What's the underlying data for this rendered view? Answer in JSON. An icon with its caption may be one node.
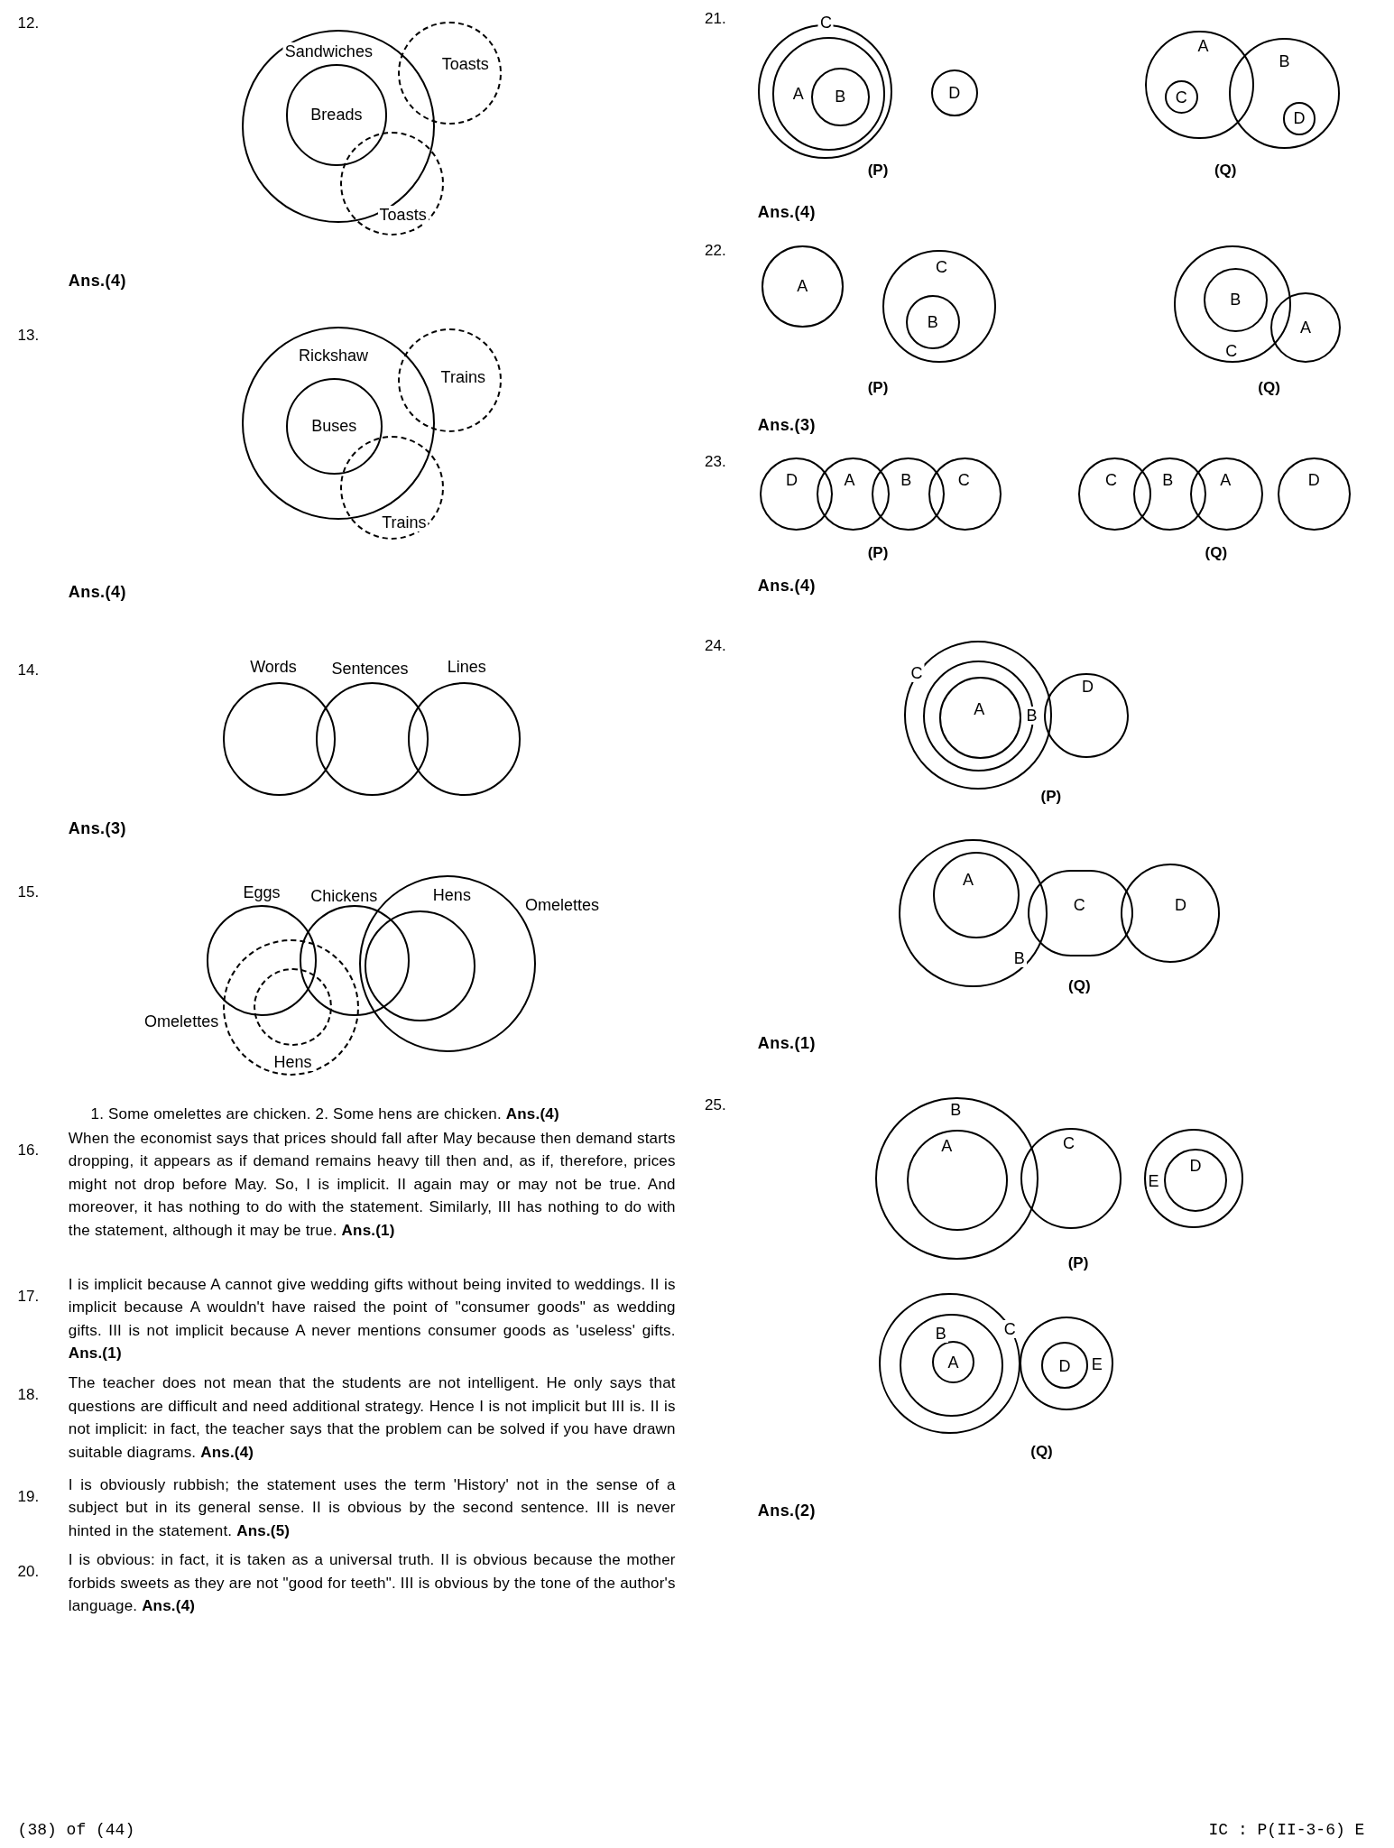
{
  "diagram": {
    "nodes": [
      {
        "text": [
          "Sandwiches"
        ]
      },
      {
        "text": [
          "Breads"
        ],
        "in": 0
      },
      {
        "text": [
          "Toasts"
        ]
      },
      {
        "text": [
          "Toasts"
        ]
      },
      {
        "text": [
          "Rickshaw"
        ]
      },
      {
        "text": [
          "Buses"
        ],
        "in": 4
      },
      {
        "text": [
          "Trains"
        ]
      },
      {
        "text": [
          "Trains"
        ]
      },
      {
        "text": [
          "Words"
        ]
      },
      {
        "text": [
          "Sentences"
        ]
      },
      {
        "text": [
          "Lines"
        ]
      },
      {
        "text": [
          "Eggs"
        ]
      },
      {
        "text": [
          "Chickens"
        ]
      },
      {
        "text": [
          "Omelettes"
        ]
      },
      {
        "text": [
          "Hens"
        ],
        "in": 13
      },
      {
        "text": [
          "Omelettes"
        ]
      },
      {
        "text": [
          "Hens"
        ],
        "in": 15
      },
      {
        "text": [
          "C"
        ]
      },
      {
        "text": [
          "A"
        ],
        "in": 17
      },
      {
        "text": [
          "B"
        ],
        "in": 18
      },
      {
        "text": [
          "D"
        ]
      },
      {
        "text": [
          "A"
        ]
      },
      {
        "text": [
          "C"
        ],
        "in": 21
      },
      {
        "text": [
          "B"
        ]
      },
      {
        "text": [
          "D"
        ],
        "in": 23
      },
      {
        "text": [
          "A"
        ]
      },
      {
        "text": [
          "C"
        ]
      },
      {
        "text": [
          "B"
        ],
        "in": 26
      },
      {
        "text": [
          "C"
        ]
      },
      {
        "text": [
          "B"
        ],
        "in": 28
      },
      {
        "text": [
          "A"
        ]
      },
      {
        "text": [
          "D"
        ]
      },
      {
        "text": [
          "A"
        ]
      },
      {
        "text": [
          "B"
        ]
      },
      {
        "text": [
          "C"
        ]
      },
      {
        "text": [
          "C"
        ]
      },
      {
        "text": [
          "B"
        ]
      },
      {
        "text": [
          "A"
        ]
      },
      {
        "text": [
          "D"
        ]
      },
      {
        "text": [
          "C"
        ]
      },
      {
        "text": [
          "B"
        ],
        "in": 39
      },
      {
        "text": [
          "A"
        ],
        "in": 40
      },
      {
        "text": [
          "D"
        ]
      },
      {
        "text": [
          "B"
        ]
      },
      {
        "text": [
          "A"
        ],
        "in": 43
      },
      {
        "text": [
          "C"
        ]
      },
      {
        "text": [
          "D"
        ]
      },
      {
        "text": [
          "B"
        ]
      },
      {
        "text": [
          "A"
        ],
        "in": 47
      },
      {
        "text": [
          "C"
        ]
      },
      {
        "text": [
          "E"
        ]
      },
      {
        "text": [
          "D"
        ],
        "in": 50
      },
      {
        "text": [
          "C"
        ]
      },
      {
        "text": [
          "B"
        ],
        "in": 52
      },
      {
        "text": [
          "A"
        ],
        "in": 53
      },
      {
        "text": [
          "E"
        ]
      },
      {
        "text": [
          "D"
        ],
        "in": 55
      }
    ],
    "labels": [
      "12.",
      "Ans.(4)",
      "13.",
      "Ans.(4)",
      "14.",
      "Ans.(3)",
      "15.",
      "1. Some omelettes are chicken. 2. Some hens are chicken. **Ans.(4)**",
      "16.",
      "When the economist says that prices should fall after May because then demand starts dropping, it appears as if demand remains heavy till then and, as if, therefore, prices might not drop before May. So, I is implicit. II again may or may not be true. And moreover, it has nothing to do with the statement. Similarly, III has nothing to do with the statement, although it may be true. **Ans.(1)**",
      "17.",
      "I is implicit because A cannot give wedding gifts without being invited to weddings. II is implicit because A wouldn't have raised the point of \"consumer goods\" as wedding gifts. III is not implicit because A never mentions consumer goods as 'useless' gifts. **Ans.(1)**",
      "18.",
      "The teacher does not mean that the students are not intelligent. He only says that questions are difficult and need additional strategy. Hence I is not implicit but III is. II is not implicit: in fact, the teacher says that the problem can be solved if you have drawn suitable diagrams. **Ans.(4)**",
      "19.",
      "I is obviously rubbish; the statement uses the term 'History' not in the sense of a subject but in its general sense. II is obvious by the second sentence. III is never hinted in the statement. **Ans.(5)**",
      "20.",
      "I is obvious: in fact, it is taken as a universal truth. II is obvious because the mother forbids sweets as they are not \"good for teeth\". III is obvious by the tone of the author's language. **Ans.(4)**",
      "21.",
      "(P)",
      "(Q)",
      "Ans.(4)",
      "22.",
      "(P)",
      "(Q)",
      "Ans.(3)",
      "23.",
      "(P)",
      "(Q)",
      "Ans.(4)",
      "24.",
      "(P)",
      "(Q)",
      "Ans.(1)",
      "25.",
      "(P)",
      "(Q)",
      "Ans.(2)",
      "(38) of (44)",
      "IC : P(II-3-6) E"
    ]
  }
}
